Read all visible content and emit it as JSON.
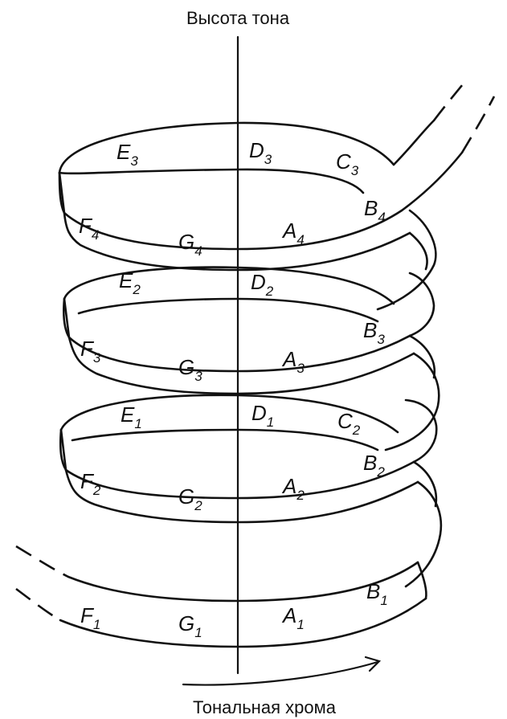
{
  "labels": {
    "axis_top": "Высота тона",
    "axis_bottom": "Тональная хрома"
  },
  "notes": [
    {
      "id": "e3",
      "letter": "E",
      "index": "3"
    },
    {
      "id": "d3",
      "letter": "D",
      "index": "3"
    },
    {
      "id": "c3",
      "letter": "C",
      "index": "3"
    },
    {
      "id": "b4",
      "letter": "B",
      "index": "4"
    },
    {
      "id": "f4",
      "letter": "F",
      "index": "4"
    },
    {
      "id": "g4",
      "letter": "G",
      "index": "4"
    },
    {
      "id": "a4",
      "letter": "A",
      "index": "4"
    },
    {
      "id": "e2",
      "letter": "E",
      "index": "2"
    },
    {
      "id": "d2",
      "letter": "D",
      "index": "2"
    },
    {
      "id": "b3",
      "letter": "B",
      "index": "3"
    },
    {
      "id": "f3",
      "letter": "F",
      "index": "3"
    },
    {
      "id": "g3",
      "letter": "G",
      "index": "3"
    },
    {
      "id": "a3",
      "letter": "A",
      "index": "3"
    },
    {
      "id": "e1",
      "letter": "E",
      "index": "1"
    },
    {
      "id": "d1",
      "letter": "D",
      "index": "1"
    },
    {
      "id": "c2",
      "letter": "C",
      "index": "2"
    },
    {
      "id": "b2",
      "letter": "B",
      "index": "2"
    },
    {
      "id": "f2",
      "letter": "F",
      "index": "2"
    },
    {
      "id": "g2",
      "letter": "G",
      "index": "2"
    },
    {
      "id": "a2",
      "letter": "A",
      "index": "2"
    },
    {
      "id": "b1",
      "letter": "B",
      "index": "1"
    },
    {
      "id": "f1",
      "letter": "F",
      "index": "1"
    },
    {
      "id": "g1",
      "letter": "G",
      "index": "1"
    },
    {
      "id": "a1",
      "letter": "A",
      "index": "1"
    }
  ]
}
